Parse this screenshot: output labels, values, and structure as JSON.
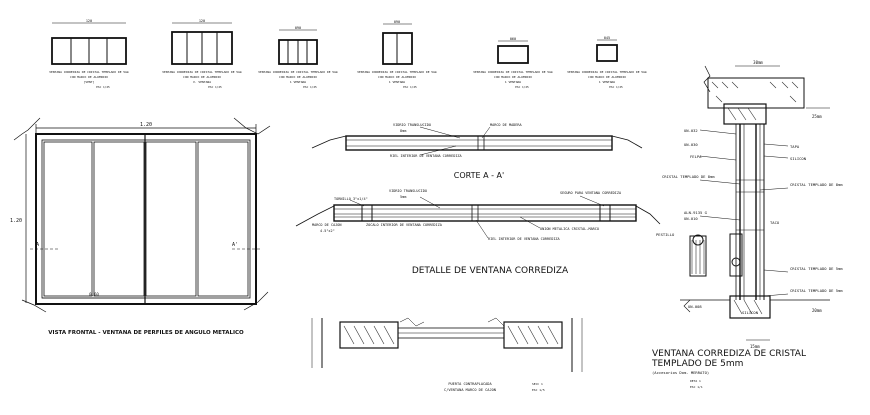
{
  "top_row": {
    "dims": [
      "120",
      "120",
      "090",
      "090",
      "060",
      "045"
    ],
    "captions": [
      [
        "VENTANA CORREDIZA DE CRISTAL TEMPLADO DE 5mm",
        "CON MARCO DE ALUMINIO",
        "[VENT]",
        "ESC 1/25"
      ],
      [
        "VENTANA CORREDIZA DE CRISTAL TEMPLADO DE 5mm",
        "CON MARCO DE ALUMINIO",
        "V. VENTANA",
        "ESC 1/25"
      ],
      [
        "VENTANA CORREDIZA DE CRISTAL TEMPLADO DE 5mm",
        "CON MARCO DE ALUMINIO",
        "1 VENTANA",
        "ESC 1/25"
      ],
      [
        "VENTANA CORREDIZA DE CRISTAL TEMPLADO DE 5mm",
        "CON MARCO DE ALUMINIO",
        "1 VENTANA",
        "ESC 1/25"
      ],
      [
        "VENTANA CORREDIZA DE CRISTAL TEMPLADO DE 5mm",
        "CON MARCO DE ALUMINIO",
        "1 VENTANA",
        "ESC 1/25"
      ],
      [
        "VENTANA CORREDIZA DE CRISTAL TEMPLADO DE 5mm",
        "CON MARCO DE ALUMINIO",
        "1 VENTANA",
        "ESC 1/25"
      ]
    ]
  },
  "front_view": {
    "width_dim": "1.20",
    "height_dim": "1.20",
    "bottom_dim": "0.60",
    "marker_left": "A",
    "marker_right": "A'",
    "title": "VISTA FRONTAL - VENTANA DE PERFILES DE ANGULO METALICO"
  },
  "section_top": {
    "labels": [
      "VIDRIO TRANSLUCIDO",
      "8mm",
      "MARCO DE MADERA",
      "RIEL INTERIOR DE VENTANA CORREDIZA"
    ]
  },
  "corte": {
    "title": "CORTE A - A'"
  },
  "detail_middle": {
    "labels": {
      "tornillo": "TORNILLO 3\"x1/4\"",
      "marco_cajon": "MARCO DE CAJON",
      "marco_dim": "4.5\"x2\"",
      "vidrio": "VIDRIO TRANSLUCIDO",
      "vidrio_mm": "5mm",
      "zocalo": "ZOCALO INTERIOR DE VENTANA CORREDIZA",
      "seguro": "SEGURO PARA VENTANA CORREDIZA",
      "union": "UNION METALICA CRISTAL-MARCO",
      "riel": "RIEL INTERIOR DE VENTANA CORREDIZA"
    },
    "title": "DETALLE DE VENTANA CORREDIZA"
  },
  "bottom_section": {
    "caption_1": "PUERTA CONTRAPLACADA",
    "caption_2": "C/VENTANA MARCO DE CAJON",
    "scale_1": "SECC 1",
    "scale_2": "ESC 1/5"
  },
  "right_detail": {
    "dim_top": "30mm",
    "dim_right_top": "25mm",
    "dim_right_bottom": "20mm",
    "dim_bottom": "15mm",
    "labels": {
      "un_l": "UN-032",
      "un_2": "UN-030",
      "felpa": "FELPA",
      "tapa": "TAPA",
      "silicon": "SILICON",
      "cristal_left": "CRISTAL TEMPLADO DE 8mm",
      "cristal_right": "CRISTAL TEMPLADO DE 8mm",
      "aln": "ALN-9135 G",
      "un_010": "UN-010",
      "taco": "TACO",
      "pestillo": "PESTILLO",
      "cristal_right2": "CRISTAL TEMPLADO DE 5mm",
      "cristal_right3": "CRISTAL TEMPLADO DE 5mm",
      "un_008": "UN-008",
      "silicon2": "SILICON"
    },
    "title_1": "VENTANA CORREDIZA DE CRISTAL",
    "title_2": "TEMPLADO DE 5mm",
    "subtitle": "(Accesorios Dom. MERRATO)",
    "scale_1": "DETA 1",
    "scale_2": "ESC 1/1"
  }
}
